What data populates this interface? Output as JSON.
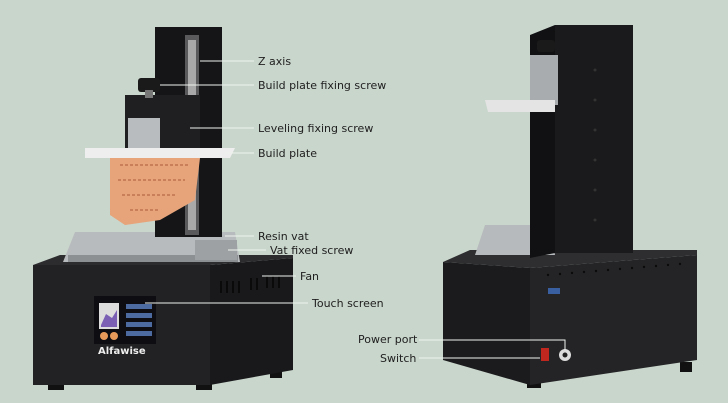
{
  "labels": {
    "z_axis": "Z axis",
    "build_plate_fixing_screw": "Build plate fixing screw",
    "leveling_fixing_screw": "Leveling fixing screw",
    "build_plate": "Build plate",
    "resin_vat": "Resin vat",
    "vat_fixed_screw": "Vat fixed screw",
    "fan": "Fan",
    "touch_screen": "Touch screen",
    "power_port": "Power port",
    "switch": "Switch"
  },
  "brand": "Alfawise",
  "colors": {
    "background": "#c9d6cc",
    "body": "#1c1c1e",
    "model": "#e7a47a",
    "line": "#eef3ef"
  }
}
